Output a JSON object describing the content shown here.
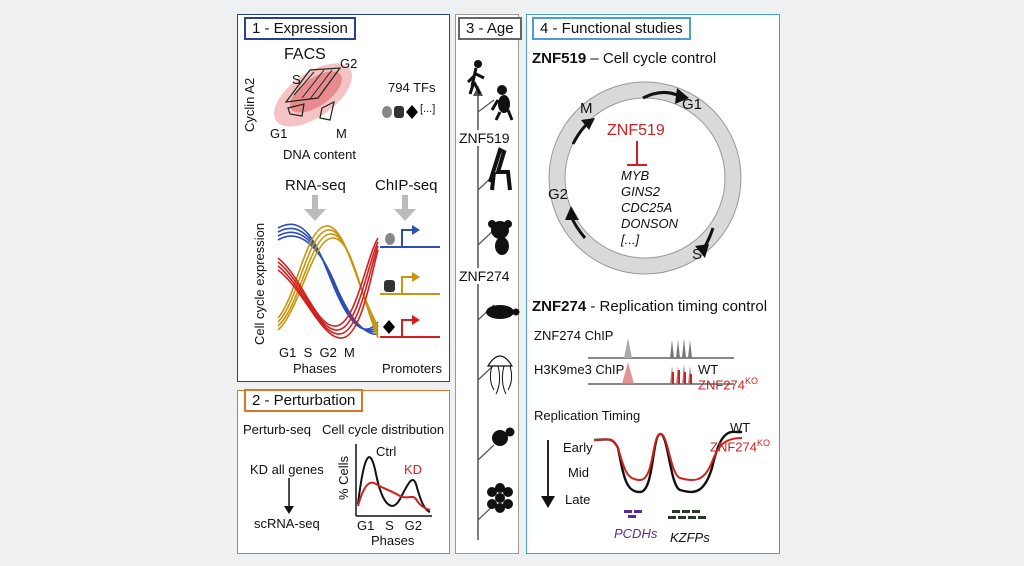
{
  "colors": {
    "panel1_border": "#2b3f8f",
    "panel2_border": "#d9762b",
    "panel3_border": "#666666",
    "panel4_border": "#4a9fd0",
    "red": "#d21f1f",
    "blue": "#2b4fb4",
    "gold": "#c8960f",
    "purple": "#5b2b9a",
    "dark_green": "#2a3a2a"
  },
  "panel1": {
    "title": "1 - Expression",
    "facs": "FACS",
    "cyclin": "Cyclin A2",
    "phase_s": "S",
    "phase_g2": "G2",
    "phase_g1": "G1",
    "phase_m": "M",
    "dna": "DNA content",
    "tfs": "794 TFs",
    "tf_more": "[...]",
    "rnaseq": "RNA-seq",
    "chipseq": "ChIP-seq",
    "ylabel": "Cell cycle expression",
    "phases_ticks": "G1  S  G2  M",
    "phases": "Phases",
    "promoters": "Promoters"
  },
  "panel2": {
    "title": "2 - Perturbation",
    "perturb": "Perturb-seq",
    "distribution": "Cell cycle distribution",
    "kd_all": "KD all genes",
    "scrna": "scRNA-seq",
    "ctrl": "Ctrl",
    "kd": "KD",
    "ylabel": "% Cells",
    "ticks": "G1   S   G2",
    "xlabel": "Phases"
  },
  "panel3": {
    "title": "3 - Age",
    "znf519": "ZNF519",
    "znf274": "ZNF274"
  },
  "panel4": {
    "title": "4 - Functional studies",
    "h1_bold": "ZNF519",
    "h1_rest": " – Cell cycle control",
    "cyc_m": "M",
    "cyc_g1": "G1",
    "cyc_g2": "G2",
    "cyc_s": "S",
    "center": "ZNF519",
    "targets": [
      "MYB",
      "GINS2",
      "CDC25A",
      "DONSON",
      "[...]"
    ],
    "h2_bold": "ZNF274",
    "h2_rest": " - Replication timing control",
    "chip1": "ZNF274 ChIP",
    "chip2": "H3K9me3 ChIP",
    "wt": "WT",
    "ko": "ZNF274",
    "ko_sup": "KO",
    "rt_title": "Replication Timing",
    "early": "Early",
    "mid": "Mid",
    "late": "Late",
    "wt2": "WT",
    "ko2": "ZNF274",
    "ko2_sup": "KO",
    "pcdh": "PCDHs",
    "kzfp": "KZFPs"
  }
}
